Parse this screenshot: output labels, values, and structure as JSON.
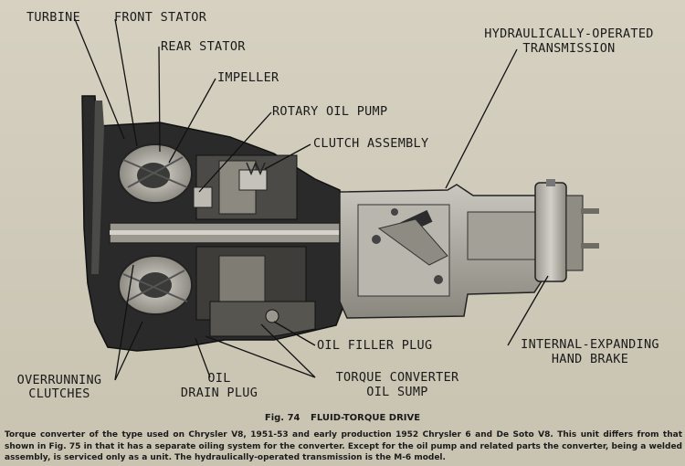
{
  "labels": {
    "turbine": "TURBINE",
    "front_stator": "FRONT STATOR",
    "rear_stator": "REAR STATOR",
    "impeller": "IMPELLER",
    "rotary_oil_pump": "ROTARY OIL PUMP",
    "clutch_assembly": "CLUTCH ASSEMBLY",
    "hydraulic_transmission_line1": "HYDRAULICALLY-OPERATED",
    "hydraulic_transmission_line2": "TRANSMISSION",
    "overrunning_clutches_line1": "OVERRUNNING",
    "overrunning_clutches_line2": "CLUTCHES",
    "oil_drain_plug_line1": "OIL",
    "oil_drain_plug_line2": "DRAIN PLUG",
    "oil_filler_plug": "OIL FILLER PLUG",
    "torque_converter_oil_sump_line1": "TORQUE CONVERTER",
    "torque_converter_oil_sump_line2": "OIL SUMP",
    "hand_brake_line1": "INTERNAL-EXPANDING",
    "hand_brake_line2": "HAND BRAKE"
  },
  "caption": {
    "fig_number": "Fig. 74",
    "fig_title": "FLUID-TORQUE DRIVE",
    "description": "Torque converter of the type used on Chrysler V8, 1951-53 and early production 1952 Chrysler 6 and De Soto V8. This unit differs from that shown in Fig. 75 in that it has a separate oiling system for the converter. Except for the oil pump and related parts the converter, being a welded assembly, is serviced only as a unit. The hydraulically-operated transmission is the M-6 model."
  },
  "colors": {
    "paper": "#cfcab9",
    "ink": "#1a1a1a",
    "casting_dark": "#2b2b2b",
    "casting_mid": "#6e6e6e",
    "casting_light": "#b5b3ab"
  }
}
